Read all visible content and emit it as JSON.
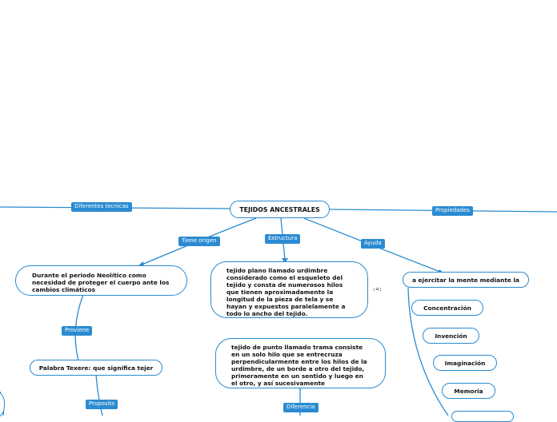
{
  "root": {
    "title": "TEJIDOS ANCESTRALES"
  },
  "labels": {
    "diferentes_tecnicas": "Diferentes tecnicas",
    "propiedades": "Propiedades",
    "tiene_origen": "Tiene origen",
    "estructura": "Estructura",
    "ayuda": "Ayuda",
    "proviene": "Proviene",
    "proposito": "Proposito",
    "diferencia": "Diferencia"
  },
  "nodes": {
    "neolitico": "Durante el periodo Neolítico como necesidad de proteger el cuerpo ante los cambios climáticos",
    "texere": "Palabra Texere: que significa tejer",
    "urdimbre": "tejido plano llamado urdimbre considerado como el esqueleto del tejido y consta de numerosos hilos que tienen aproximadamente la longitud de la pieza de tela y se hayan y expuestos paralelamente a todo lo ancho del tejido.",
    "trama": "tejido de punto llamado trama consiste en un solo hilo que se entrecruza perpendicularmente entre los hilos de la urdimbre, de un borde a otro del tejido, primeramente en un sentido y luego en el otro, y así sucesivamente",
    "ejercitar": "a ejercitar la mente mediante la",
    "concentracion": "Concentración",
    "invencion": "Invención",
    "imaginacion": "Imaginación",
    "memoria": "Memoria"
  },
  "marker": ":=:"
}
